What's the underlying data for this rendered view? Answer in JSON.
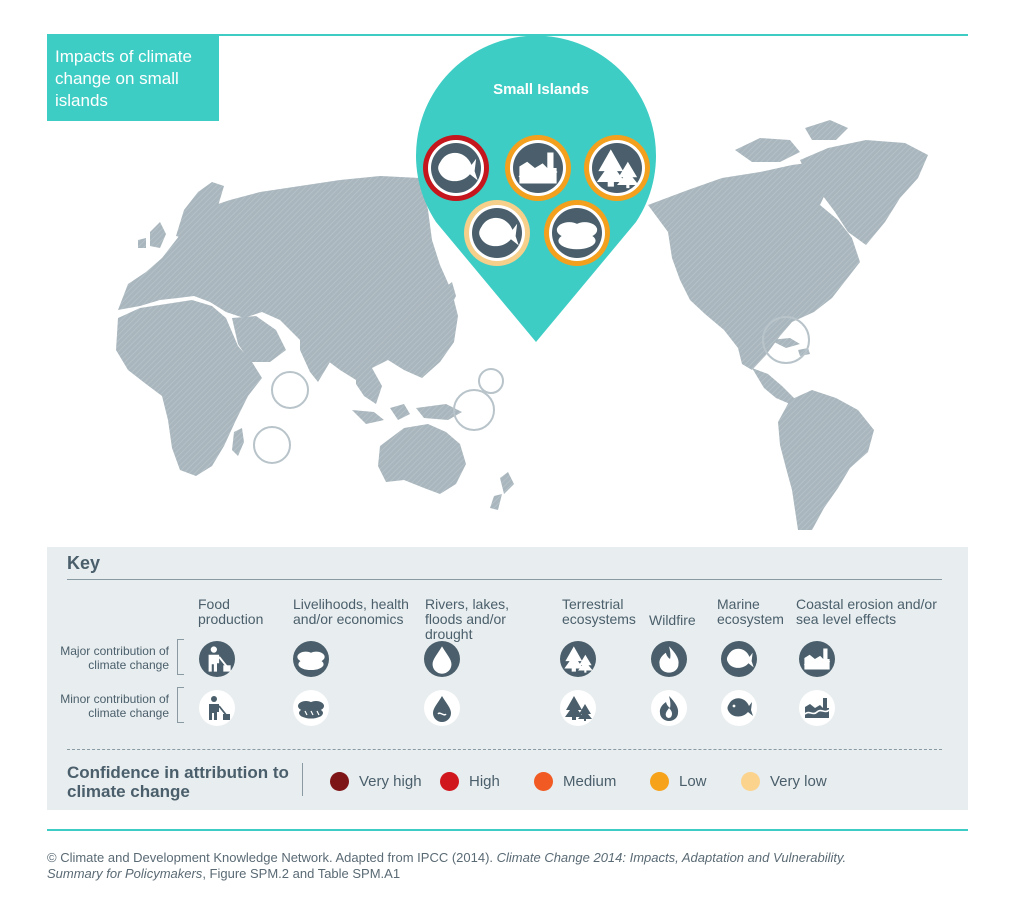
{
  "title": "Impacts of climate change on small islands",
  "pin": {
    "label": "Small Islands",
    "impacts": [
      {
        "icon": "marine-ecosystem-icon",
        "confidence": "high",
        "ring_color": "#c4161c"
      },
      {
        "icon": "coastal-erosion-icon",
        "confidence": "low",
        "ring_color": "#f2a01d"
      },
      {
        "icon": "terrestrial-ecosystems-icon",
        "confidence": "low",
        "ring_color": "#f2a01d"
      },
      {
        "icon": "marine-ecosystem-icon",
        "confidence": "very low",
        "ring_color": "#f6cf8a"
      },
      {
        "icon": "livelihoods-icon",
        "confidence": "low",
        "ring_color": "#f2a01d"
      }
    ]
  },
  "colors": {
    "accent": "#3ecdc4",
    "land": "#a9b6bd",
    "icon": "#4a5f6b",
    "panel": "#e8edef"
  },
  "key": {
    "title": "Key",
    "columns": [
      {
        "label": "Food production",
        "icon": "food-production-icon"
      },
      {
        "label": "Livelihoods, health and/or economics",
        "icon": "livelihoods-icon"
      },
      {
        "label": "Rivers, lakes, floods and/or drought",
        "icon": "rivers-water-drop-icon"
      },
      {
        "label": "Terrestrial ecosystems",
        "icon": "terrestrial-ecosystems-icon"
      },
      {
        "label": "Wildfire",
        "icon": "wildfire-icon"
      },
      {
        "label": "Marine ecosystem",
        "icon": "marine-ecosystem-icon"
      },
      {
        "label": "Coastal erosion and/or sea level effects",
        "icon": "coastal-erosion-icon"
      }
    ],
    "rows": {
      "major": "Major contribution of climate change",
      "minor": "Minor contribution of climate change"
    }
  },
  "confidence": {
    "title": "Confidence in attribution to climate change",
    "levels": [
      {
        "label": "Very high",
        "color": "#7d1416"
      },
      {
        "label": "High",
        "color": "#d0171d"
      },
      {
        "label": "Medium",
        "color": "#f15a22"
      },
      {
        "label": "Low",
        "color": "#f6a21b"
      },
      {
        "label": "Very low",
        "color": "#fbd38d"
      }
    ]
  },
  "footer": {
    "prefix": "© Climate and Development Knowledge Network. Adapted from IPCC (2014). ",
    "book": "Climate Change 2014: Impacts, Adaptation and Vulnerability.",
    "summary": "Summary for Policymakers",
    "suffix": ", Figure SPM.2 and Table SPM.A1"
  }
}
